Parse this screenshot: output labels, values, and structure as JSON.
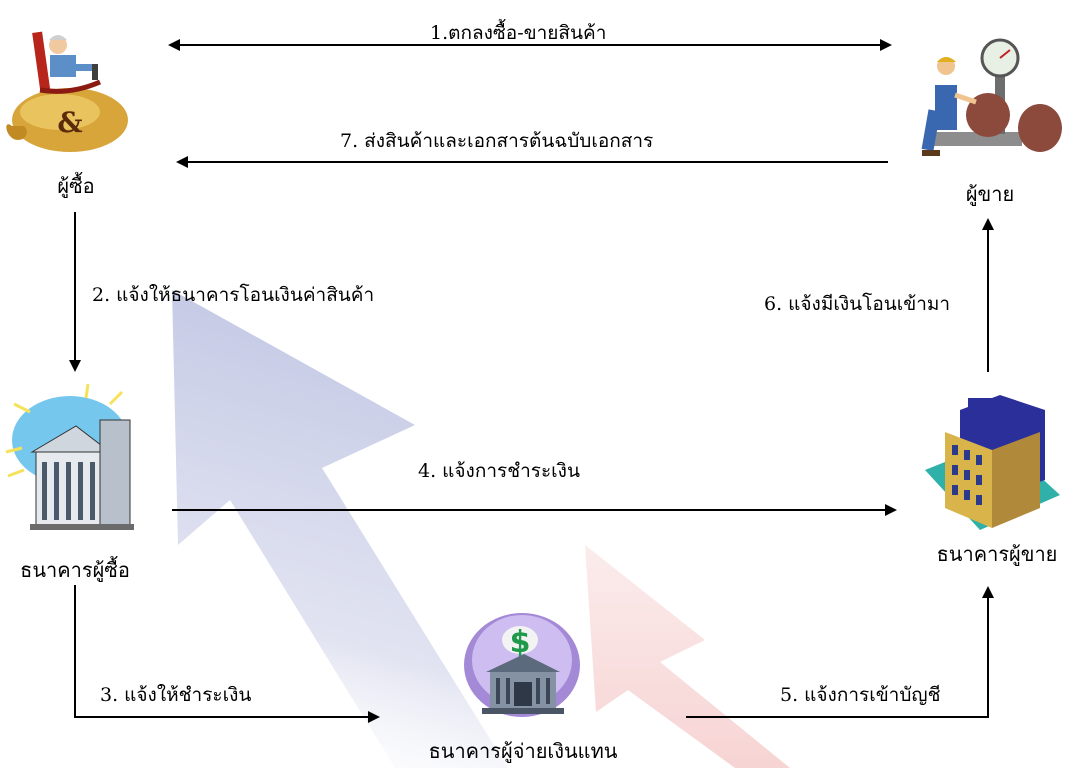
{
  "nodes": {
    "buyer": {
      "label": "ผู้ซื้อ",
      "icon": "buyer-money-bag-icon"
    },
    "seller": {
      "label": "ผู้ขาย",
      "icon": "seller-scale-icon"
    },
    "buyer_bank": {
      "label": "ธนาคารผู้ซื้อ",
      "icon": "bank-building-icon"
    },
    "seller_bank": {
      "label": "ธนาคารผู้ขาย",
      "icon": "office-building-icon"
    },
    "paying_bank": {
      "label": "ธนาคารผู้จ่ายเงินแทน",
      "icon": "dollar-bank-icon"
    }
  },
  "steps": {
    "s1": "1.ตกลงซื้อ-ขายสินค้า",
    "s2": "2. แจ้งให้ธนาคารโอนเงินค่าสินค้า",
    "s3": "3. แจ้งให้ชำระเงิน",
    "s4": "4. แจ้งการชำระเงิน",
    "s5": "5. แจ้งการเข้าบัญชี",
    "s6": "6. แจ้งมีเงินโอนเข้ามา",
    "s7": "7. ส่งสินค้าและเอกสารต้นฉบับเอกสาร"
  },
  "colors": {
    "watermark_blue": "#c9cde6",
    "watermark_red": "#f6cfcf",
    "arrow": "#000000"
  }
}
